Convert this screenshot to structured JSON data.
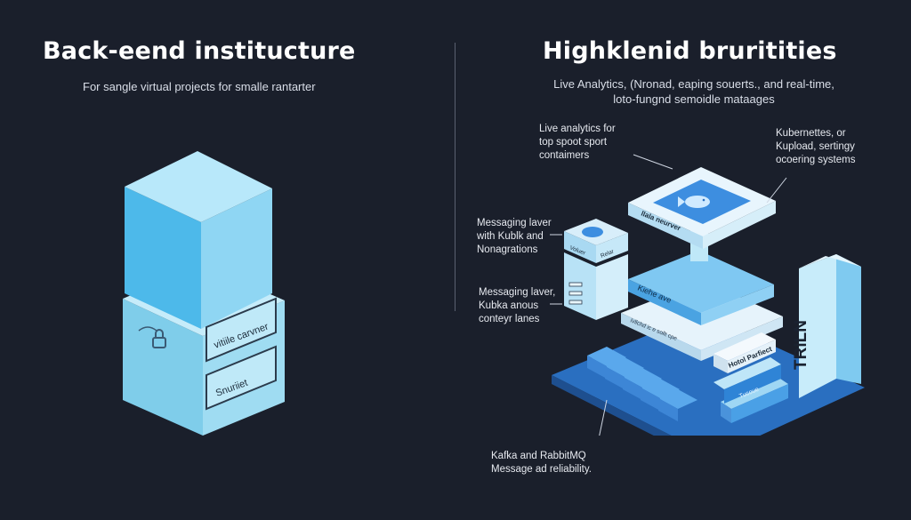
{
  "left": {
    "title": "Back-eend institucture",
    "subtitle": "For sangle virtual projects for smalle rantarter",
    "cube_label_top": "vitiile carvner",
    "cube_label_bottom": "Snuriiet"
  },
  "right": {
    "title": "Highklenid bruritities",
    "subtitle_line1": "Live Analytics, (Nronad, eaping souerts., and real-time,",
    "subtitle_line2": "loto-fungnd semoidle mataages",
    "callout_top": [
      "Live analytics for",
      "top spoot sport",
      "contaimers"
    ],
    "callout_right": [
      "Kubernettes, or",
      "Kupload, sertingy",
      "ocoering systems"
    ],
    "callout_left1": [
      "Messaging laver",
      "with Kublk and",
      "Nonagrations"
    ],
    "callout_left2": [
      "Messaging laver,",
      "Kubka anous",
      "conteyr lanes"
    ],
    "callout_bottom": [
      "Kafka and RabbitMQ",
      "Message ad reliability."
    ],
    "top_plate_label": "llala neurver",
    "mid_label": "Kiehe ave",
    "lower_label": "Ivllchd ic e sollt cpe",
    "hotel_label": "Hotol Parfiect",
    "node_label_left": "Voluer",
    "node_label_right": "Relar",
    "tower_text": "TRlLN",
    "rack_label": "Tucoue"
  },
  "colors": {
    "background": "#1a1f2b",
    "cube_light": "#b4e4f6",
    "cube_mid": "#6cc8ee",
    "platform": "#2f76c8",
    "accent_blue": "#3f8de0"
  },
  "icons": {
    "top_plate_icon": "fish-icon",
    "cube_icon": "lock-icon"
  }
}
